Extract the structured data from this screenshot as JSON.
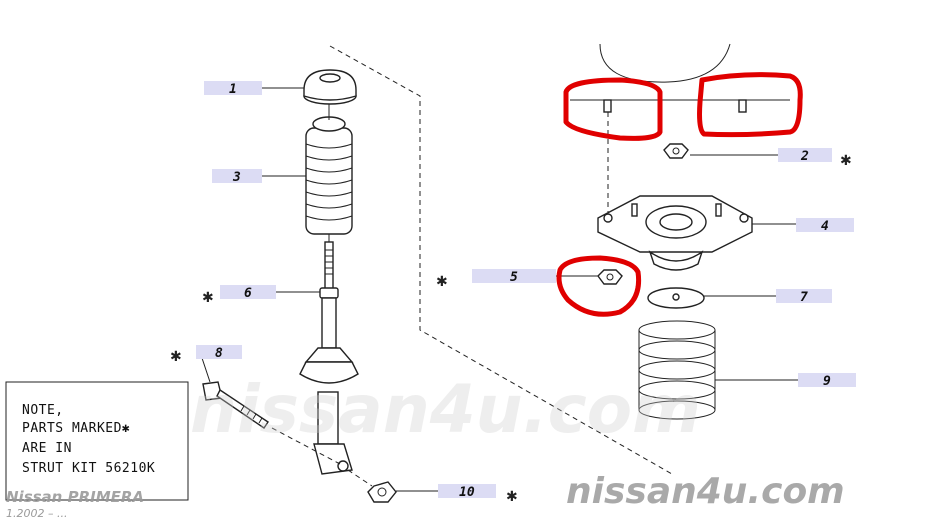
{
  "callouts": [
    {
      "id": "1",
      "label": "1",
      "asterisk": false
    },
    {
      "id": "2",
      "label": "2",
      "asterisk": true
    },
    {
      "id": "3",
      "label": "3",
      "asterisk": false
    },
    {
      "id": "4",
      "label": "4",
      "asterisk": false
    },
    {
      "id": "5",
      "label": "5",
      "asterisk": true
    },
    {
      "id": "6",
      "label": "6",
      "asterisk": true
    },
    {
      "id": "7",
      "label": "7",
      "asterisk": false
    },
    {
      "id": "8",
      "label": "8",
      "asterisk": true
    },
    {
      "id": "9",
      "label": "9",
      "asterisk": false
    },
    {
      "id": "10",
      "label": "10",
      "asterisk": true
    }
  ],
  "asterisk_symbol": "✱",
  "note": {
    "line1": "NOTE,",
    "line2": "PARTS MARKED✱",
    "line3": "ARE IN",
    "line4": "STRUT KIT 56210K"
  },
  "watermark": {
    "brand": "nissan4u.com",
    "model": "Nissan PRIMERA",
    "years": "1.2002 – ..."
  },
  "colors": {
    "label_box": "#dcdcf4",
    "highlight": "#e00000",
    "line": "#222222"
  }
}
